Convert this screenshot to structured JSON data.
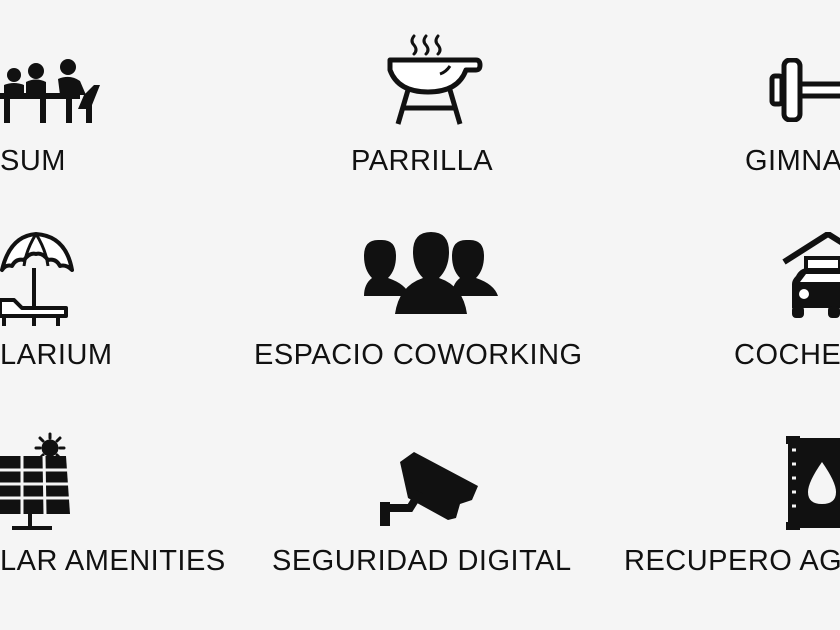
{
  "amenities": [
    {
      "label": "SUM",
      "icon": "meeting-table-icon"
    },
    {
      "label": "PARRILLA",
      "icon": "grill-icon"
    },
    {
      "label": "GIMNA",
      "icon": "dumbbell-icon"
    },
    {
      "label": "LARIUM",
      "icon": "beach-umbrella-icon"
    },
    {
      "label": "ESPACIO COWORKING",
      "icon": "people-group-icon"
    },
    {
      "label": "COCHE",
      "icon": "garage-car-icon"
    },
    {
      "label": "LAR AMENITIES",
      "icon": "solar-panel-icon"
    },
    {
      "label": "SEGURIDAD DIGITAL",
      "icon": "security-camera-icon"
    },
    {
      "label": "RECUPERO AG",
      "icon": "water-tank-icon"
    }
  ],
  "colors": {
    "background": "#f5f5f5",
    "foreground": "#111111"
  }
}
